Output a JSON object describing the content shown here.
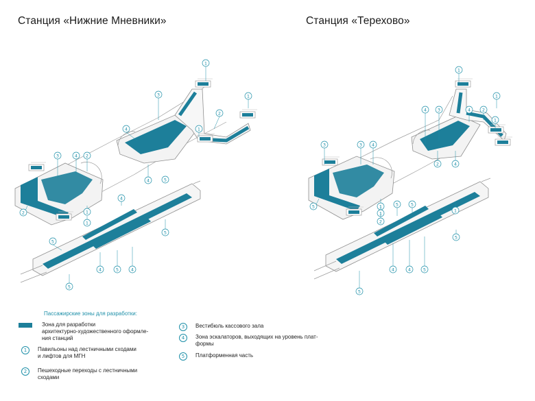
{
  "titles": {
    "left": "Станция «Нижние Мневники»",
    "right": "Станция «Терехово»"
  },
  "legend": {
    "heading": "Пассажирские зоны для разработки:",
    "zone_line1": "Зона для разработки",
    "zone_line2": "архитектурно-художественного оформле-",
    "zone_line3": "ния станций",
    "item1_num": "1",
    "item1_line1": "Павильоны над лестничными сходами",
    "item1_line2": "и лифтов для МГН",
    "item2_num": "2",
    "item2_line1": "Пешеходные переходы с лестничными",
    "item2_line2": "сходами",
    "item3_num": "3",
    "item3_line1": "Вестибюль кассового зала",
    "item4_num": "4",
    "item4_line1": "Зона эскалаторов, выходящих на уровень плат-",
    "item4_line2": "формы",
    "item5_num": "5",
    "item5_line1": "Платформенная часть"
  },
  "colors": {
    "zone": "#1d7f9a",
    "callout": "#1d8fa8",
    "outline": "#9a9a9a"
  },
  "callouts_left": [
    "1",
    "1",
    "3",
    "2",
    "4",
    "1",
    "3",
    "4",
    "2",
    "4",
    "5",
    "2",
    "1",
    "4",
    "1",
    "5",
    "5",
    "4",
    "5",
    "4",
    "5"
  ],
  "callouts_right": [
    "1",
    "1",
    "4",
    "3",
    "4",
    "2",
    "1",
    "3",
    "3",
    "4",
    "2",
    "4",
    "5",
    "1",
    "1",
    "2",
    "5",
    "5",
    "1",
    "5",
    "4",
    "4",
    "5",
    "5"
  ]
}
